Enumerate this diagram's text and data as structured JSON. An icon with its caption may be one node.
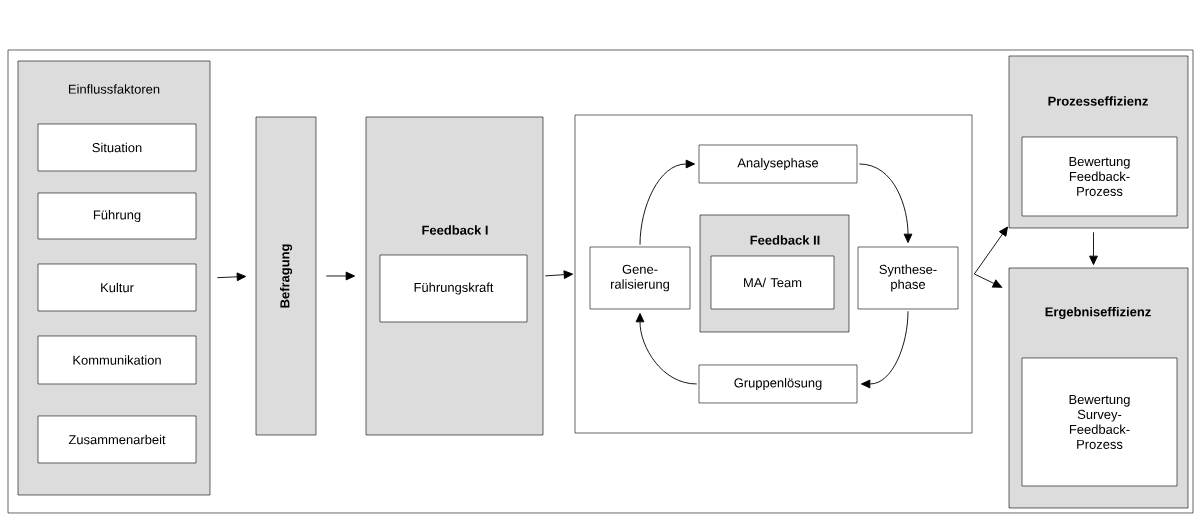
{
  "diagram": {
    "nodes": [
      {
        "text": [
          "Einflussfaktoren"
        ]
      },
      {
        "text": [
          "Situation"
        ],
        "in": 0
      },
      {
        "text": [
          "Führung"
        ],
        "in": 0
      },
      {
        "text": [
          "Kultur"
        ],
        "in": 0
      },
      {
        "text": [
          "Kommunikation"
        ],
        "in": 0
      },
      {
        "text": [
          "Zusammenarbeit"
        ],
        "in": 0
      },
      {
        "text": [
          "Befragung"
        ]
      },
      {
        "text": [
          "Feedback I"
        ]
      },
      {
        "text": [
          "Führungskraft"
        ],
        "in": 7
      },
      {
        "text": [],
        "shape": "box"
      },
      {
        "text": [
          "Analysephase"
        ],
        "in": 9
      },
      {
        "text": [
          "Gene- ralisierung"
        ],
        "in": 9
      },
      {
        "text": [
          "Feedback II"
        ],
        "in": 9
      },
      {
        "text": [
          "MA/ Team"
        ],
        "in": 12
      },
      {
        "text": [
          "Synthese- phase"
        ],
        "in": 9
      },
      {
        "text": [
          "Gruppenlösung"
        ],
        "in": 9
      },
      {
        "text": [
          "Prozesseffizienz"
        ]
      },
      {
        "text": [
          "Bewertung Feedback- Prozess"
        ],
        "in": 16
      },
      {
        "text": [
          "Ergebniseffizienz"
        ]
      },
      {
        "text": [
          "Bewertung Survey- Feedback- Prozess"
        ],
        "in": 18
      }
    ],
    "edges": [
      {
        "from": 0,
        "to": 6,
        "arrow": "to"
      },
      {
        "from": 6,
        "to": 7,
        "arrow": "to"
      },
      {
        "from": 7,
        "to": 9,
        "arrow": "to"
      },
      {
        "from": 11,
        "to": 10,
        "arrow": "to"
      },
      {
        "from": 10,
        "to": 14,
        "arrow": "to"
      },
      {
        "from": 14,
        "to": 15,
        "arrow": "to"
      },
      {
        "from": 15,
        "to": 11,
        "arrow": "to"
      },
      {
        "from": 9,
        "to": 16,
        "arrow": "to"
      },
      {
        "from": 9,
        "to": 18,
        "arrow": "to"
      },
      {
        "from": 16,
        "to": 18,
        "arrow": "to"
      }
    ]
  }
}
